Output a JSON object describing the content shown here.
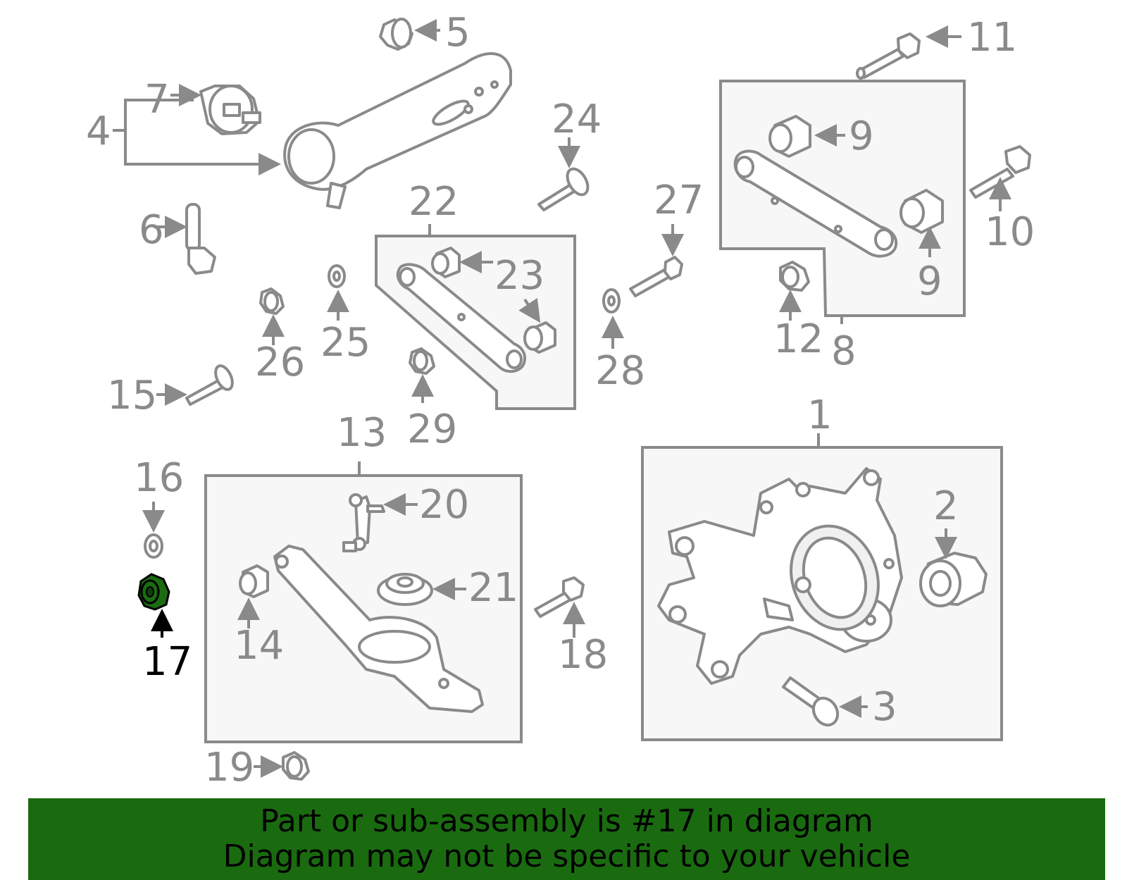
{
  "banner": {
    "line1": "Part or sub-assembly is #17 in diagram",
    "line2": "Diagram may not be specific to your vehicle",
    "background": "#1a6b10"
  },
  "highlight_color": "#1b6b12",
  "callouts": {
    "n1": "1",
    "n2": "2",
    "n3": "3",
    "n4": "4",
    "n5": "5",
    "n6": "6",
    "n7": "7",
    "n8": "8",
    "n9a": "9",
    "n9b": "9",
    "n10": "10",
    "n11": "11",
    "n12": "12",
    "n13": "13",
    "n14": "14",
    "n15": "15",
    "n16": "16",
    "n17": "17",
    "n18": "18",
    "n19": "19",
    "n20": "20",
    "n21": "21",
    "n22": "22",
    "n23": "23",
    "n24": "24",
    "n25": "25",
    "n26": "26",
    "n27": "27",
    "n28": "28",
    "n29": "29"
  }
}
